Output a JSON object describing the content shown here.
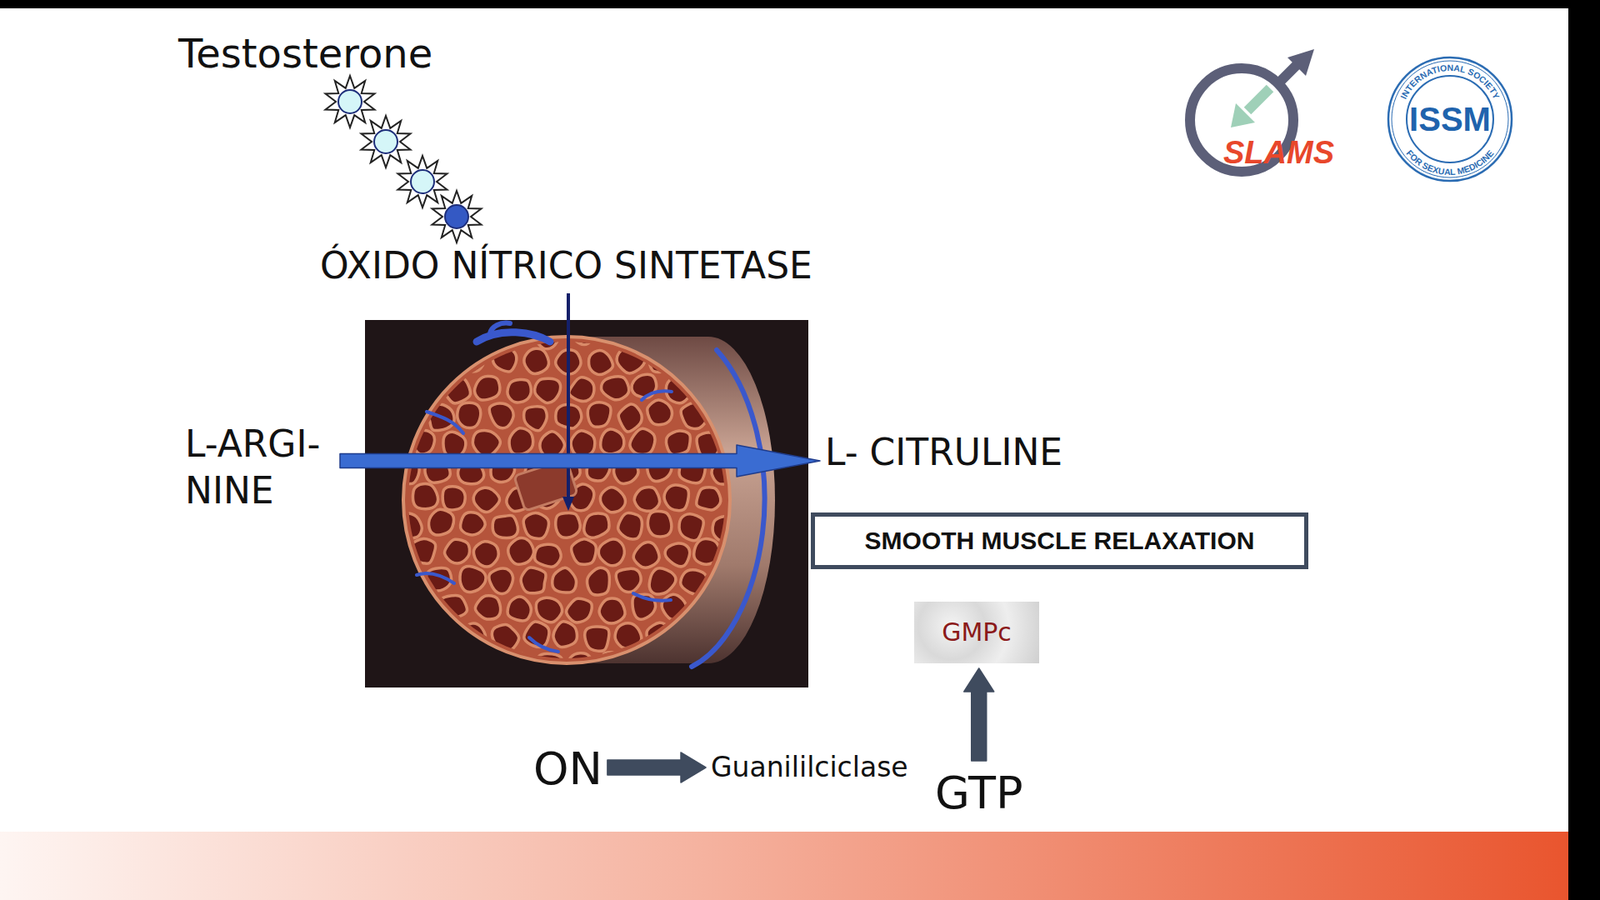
{
  "diagram": {
    "nodes": [
      {
        "text": [
          "L-ARGI- NINE"
        ]
      },
      {
        "text": [
          "L- CITRULINE"
        ]
      },
      {
        "text": [
          "SMOOTH MUSCLE RELAXATION"
        ]
      },
      {
        "text": [
          "GMPc"
        ]
      },
      {
        "text": [
          "ON"
        ]
      },
      {
        "text": [
          "Guanililciclase"
        ]
      },
      {
        "text": [
          "GTP"
        ]
      }
    ],
    "edges": [
      {
        "from": 0,
        "to": 1,
        "arrow": "to"
      },
      {
        "from": 4,
        "to": 5,
        "arrow": "to"
      },
      {
        "from": 6,
        "to": 3,
        "arrow": "to"
      }
    ],
    "labels": [
      "Testosterone",
      "SLAMS",
      "INTERNATIONAL SOCIETY",
      "ISSM",
      "FOR SEXUAL MEDICINE",
      "ÓXIDO NÍTRICO SINTETASE"
    ]
  }
}
